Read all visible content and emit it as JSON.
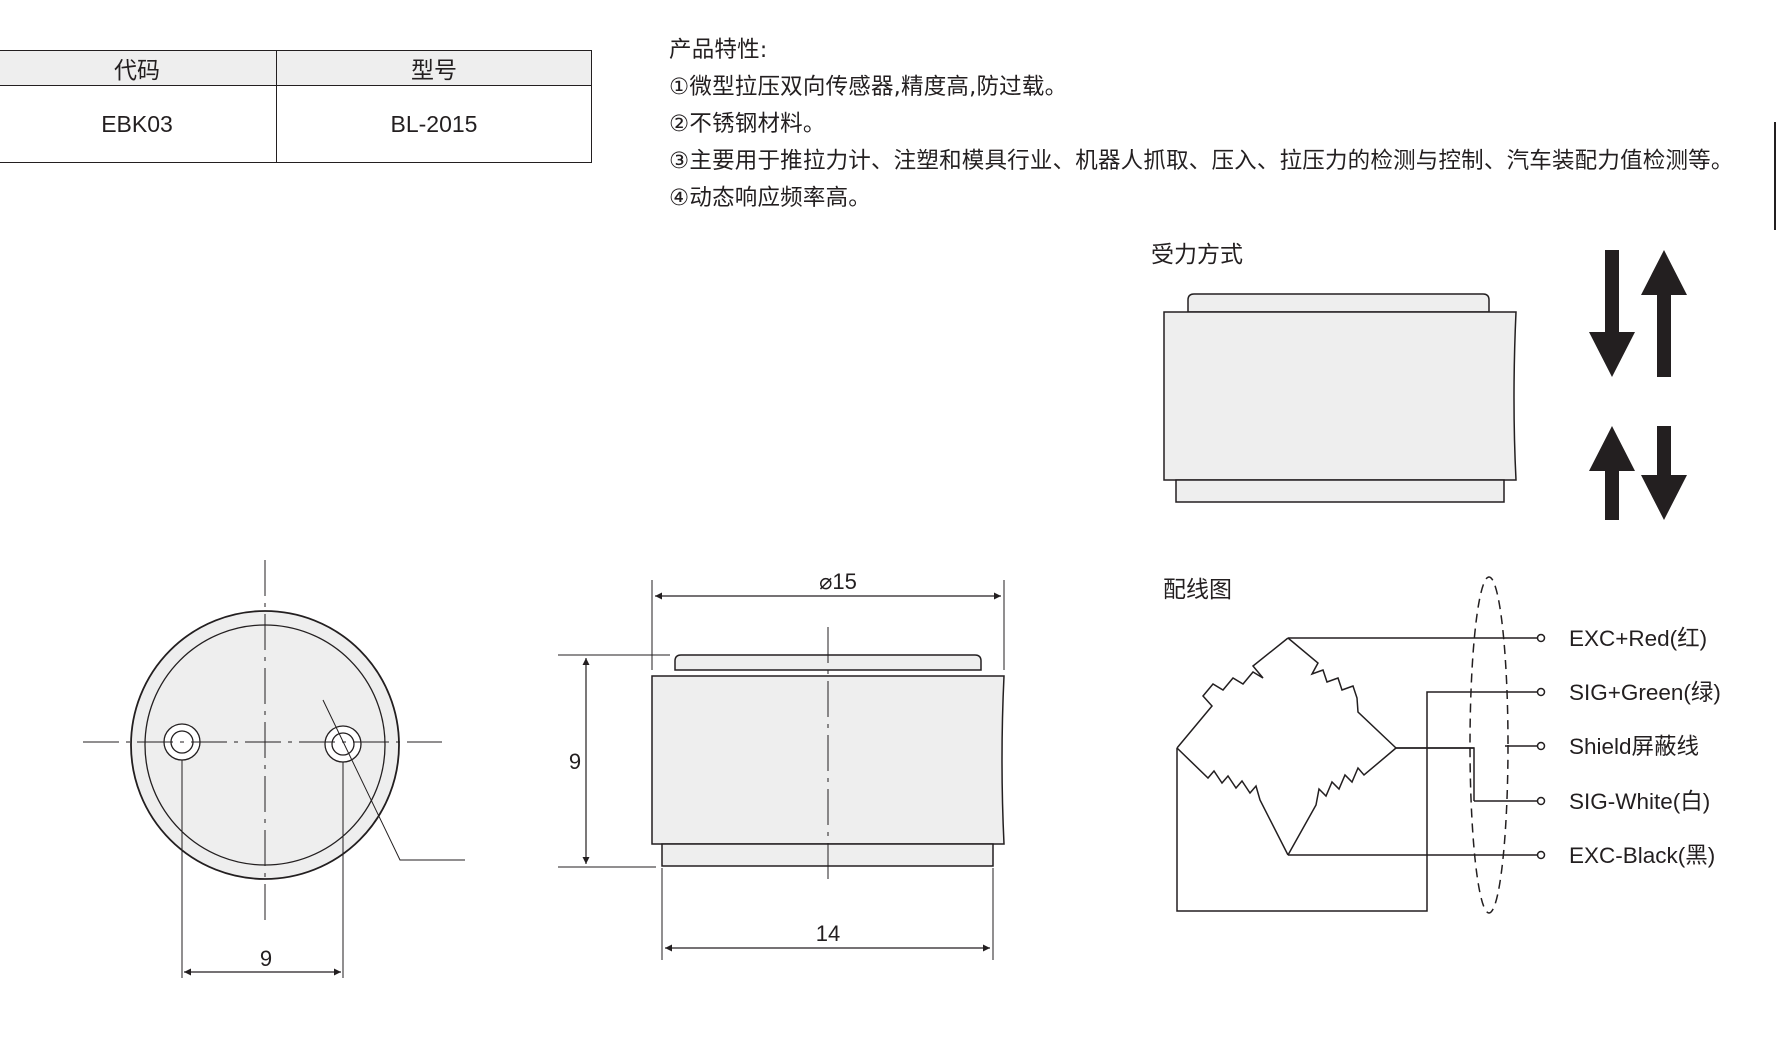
{
  "table": {
    "headers": [
      "代码",
      "型号"
    ],
    "rows": [
      [
        "EBK03",
        "BL-2015"
      ]
    ]
  },
  "features": {
    "title": "产品特性:",
    "items": [
      "①微型拉压双向传感器,精度高,防过载。",
      "②不锈钢材料。",
      "③主要用于推拉力计、注塑和模具行业、机器人抓取、压入、拉压力的检测与控制、汽车装配力值检测等。",
      "④动态响应频率高。"
    ]
  },
  "dimensions": {
    "hole_spacing": "9",
    "diameter": "⌀15",
    "height": "9",
    "width": "14"
  },
  "force_mode": {
    "title": "受力方式"
  },
  "wiring": {
    "title": "配线图",
    "labels": [
      "EXC+Red(红)",
      "SIG+Green(绿)",
      "Shield屏蔽线",
      "SIG-White(白)",
      "EXC-Black(黑)"
    ]
  },
  "colors": {
    "line": "#231f20",
    "fill": "#eeeeee",
    "background": "#ffffff"
  }
}
